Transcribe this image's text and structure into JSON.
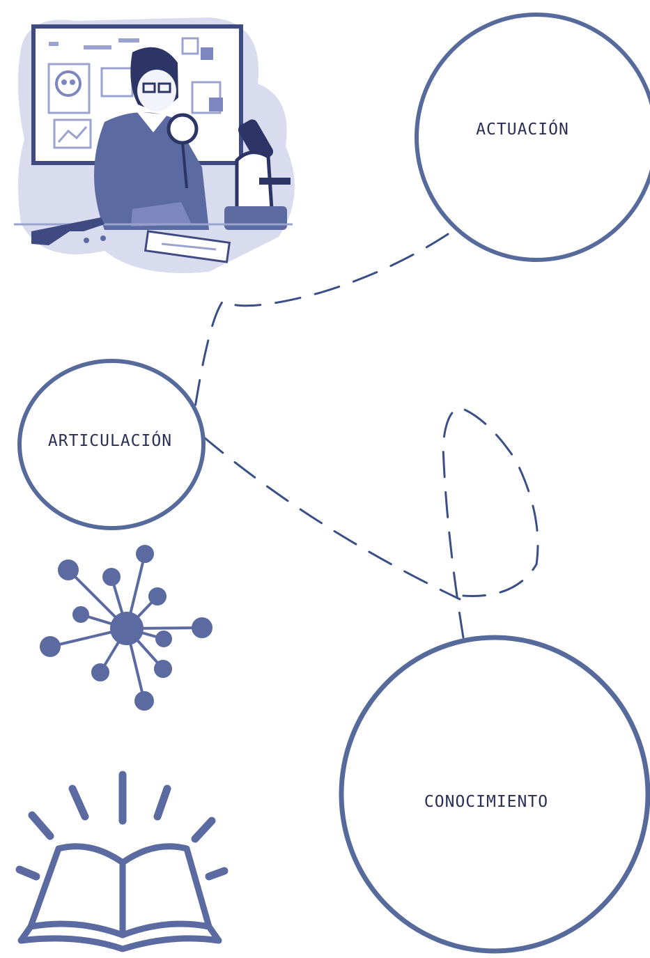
{
  "diagram": {
    "nodes": {
      "actuacion": {
        "label": "ACTUACIÓN"
      },
      "articulacion": {
        "label": "ARTICULACIÓN"
      },
      "conocimiento": {
        "label": "CONOCIMIENTO"
      }
    },
    "colors": {
      "stroke": "#566a9c",
      "connector": "#3a4f86",
      "ink": "#2b2f55",
      "illustration_fill": "#5b6aa0",
      "illustration_light": "#d9dcef"
    },
    "icons": [
      "detective-illustration-icon",
      "network-hub-icon",
      "open-book-icon"
    ]
  }
}
